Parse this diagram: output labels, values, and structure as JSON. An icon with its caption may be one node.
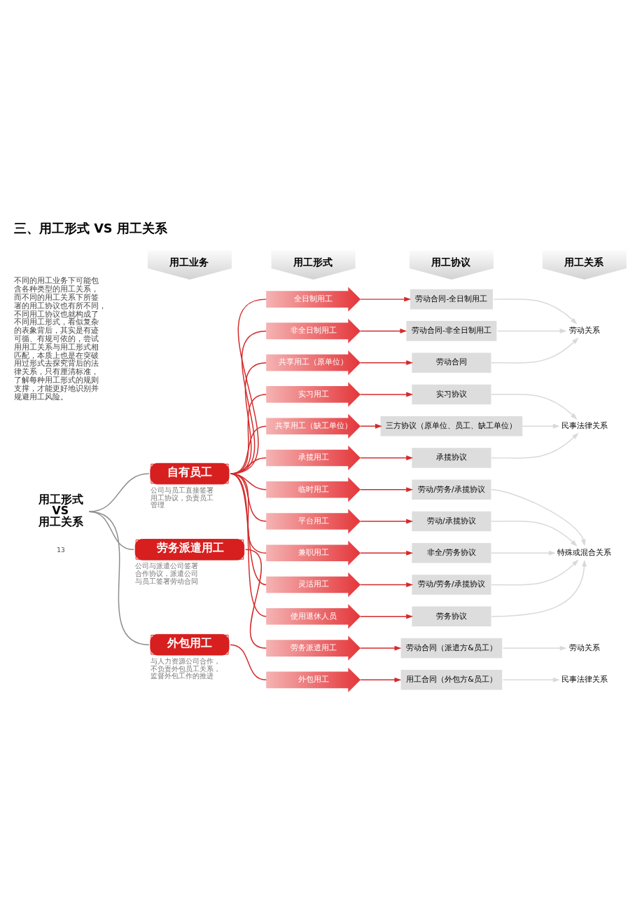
{
  "diagram": {
    "title": "三、用工形式 VS 用工关系",
    "nodes": [
      {
        "text": [
          "用工业务"
        ]
      },
      {
        "text": [
          "用工形式"
        ]
      },
      {
        "text": [
          "用工协议"
        ]
      },
      {
        "text": [
          "用工关系"
        ]
      },
      {
        "text": [
          "用工形式 VS 用工关系"
        ]
      },
      {
        "text": [
          "自有员工"
        ],
        "beside": [
          "公司与员工直接签署用工协议，负责员工管理"
        ]
      },
      {
        "text": [
          "劳务派遣用工"
        ],
        "beside": [
          "公司与派遣公司签署合作协议，派遣公司与员工签署劳动合同"
        ]
      },
      {
        "text": [
          "外包用工"
        ],
        "beside": [
          "与人力资源公司合作，不负责外包员工关系，监督外包工作的推进"
        ]
      },
      {
        "text": [
          "全日制用工"
        ]
      },
      {
        "text": [
          "非全日制用工"
        ]
      },
      {
        "text": [
          "共享用工（原单位）"
        ]
      },
      {
        "text": [
          "实习用工"
        ]
      },
      {
        "text": [
          "共享用工（缺工单位）"
        ]
      },
      {
        "text": [
          "承揽用工"
        ]
      },
      {
        "text": [
          "临时用工"
        ]
      },
      {
        "text": [
          "平台用工"
        ]
      },
      {
        "text": [
          "兼职用工"
        ]
      },
      {
        "text": [
          "灵活用工"
        ]
      },
      {
        "text": [
          "使用退休人员"
        ]
      },
      {
        "text": [
          "劳务派遣用工"
        ]
      },
      {
        "text": [
          "外包用工"
        ]
      },
      {
        "text": [
          "劳动合同-全日制用工"
        ]
      },
      {
        "text": [
          "劳动合同-非全日制用工"
        ]
      },
      {
        "text": [
          "劳动合同"
        ]
      },
      {
        "text": [
          "实习协议"
        ]
      },
      {
        "text": [
          "三方协议（原单位、员工、缺工单位）"
        ]
      },
      {
        "text": [
          "承揽协议"
        ]
      },
      {
        "text": [
          "劳动/劳务/承揽协议"
        ]
      },
      {
        "text": [
          "劳动/承揽协议"
        ]
      },
      {
        "text": [
          "非全/劳务协议"
        ]
      },
      {
        "text": [
          "劳动/劳务/承揽协议"
        ]
      },
      {
        "text": [
          "劳务协议"
        ]
      },
      {
        "text": [
          "劳动合同（派遣方&员工）"
        ]
      },
      {
        "text": [
          "用工合同（外包方&员工）"
        ]
      },
      {
        "text": [
          "劳动关系"
        ]
      },
      {
        "text": [
          "民事法律关系"
        ]
      },
      {
        "text": [
          "特殊或混合关系"
        ]
      },
      {
        "text": [
          "劳动关系"
        ]
      },
      {
        "text": [
          "民事法律关系"
        ]
      }
    ],
    "edges": [
      {
        "from": 4,
        "to": 5,
        "arrow": "none",
        "color": "#8c8c8c"
      },
      {
        "from": 4,
        "to": 6,
        "arrow": "none",
        "color": "#8c8c8c"
      },
      {
        "from": 4,
        "to": 7,
        "arrow": "none",
        "color": "#8c8c8c"
      },
      {
        "from": 5,
        "to": 8,
        "arrow": "none"
      },
      {
        "from": 5,
        "to": 9,
        "arrow": "none"
      },
      {
        "from": 5,
        "to": 10,
        "arrow": "none"
      },
      {
        "from": 5,
        "to": 11,
        "arrow": "none"
      },
      {
        "from": 5,
        "to": 12,
        "arrow": "none"
      },
      {
        "from": 5,
        "to": 13,
        "arrow": "none"
      },
      {
        "from": 5,
        "to": 14,
        "arrow": "none"
      },
      {
        "from": 5,
        "to": 15,
        "arrow": "none"
      },
      {
        "from": 5,
        "to": 16,
        "arrow": "none"
      },
      {
        "from": 5,
        "to": 17,
        "arrow": "none"
      },
      {
        "from": 5,
        "to": 18,
        "arrow": "none"
      },
      {
        "from": 6,
        "to": 19,
        "arrow": "none"
      },
      {
        "from": 7,
        "to": 20,
        "arrow": "none"
      },
      {
        "from": 8,
        "to": 21,
        "arrow": "to"
      },
      {
        "from": 9,
        "to": 22,
        "arrow": "to"
      },
      {
        "from": 10,
        "to": 23,
        "arrow": "to"
      },
      {
        "from": 11,
        "to": 24,
        "arrow": "to"
      },
      {
        "from": 12,
        "to": 25,
        "arrow": "to"
      },
      {
        "from": 13,
        "to": 26,
        "arrow": "to"
      },
      {
        "from": 14,
        "to": 27,
        "arrow": "to"
      },
      {
        "from": 15,
        "to": 28,
        "arrow": "to"
      },
      {
        "from": 16,
        "to": 29,
        "arrow": "to"
      },
      {
        "from": 17,
        "to": 30,
        "arrow": "to"
      },
      {
        "from": 18,
        "to": 31,
        "arrow": "to"
      },
      {
        "from": 19,
        "to": 32,
        "arrow": "to"
      },
      {
        "from": 20,
        "to": 33,
        "arrow": "to"
      },
      {
        "from": 21,
        "to": 34,
        "arrow": "to",
        "color": "#d9d9d9"
      },
      {
        "from": 22,
        "to": 34,
        "arrow": "to",
        "color": "#d9d9d9"
      },
      {
        "from": 23,
        "to": 34,
        "arrow": "to",
        "color": "#d9d9d9"
      },
      {
        "from": 24,
        "to": 35,
        "arrow": "to",
        "color": "#d9d9d9"
      },
      {
        "from": 25,
        "to": 35,
        "arrow": "to",
        "color": "#d9d9d9"
      },
      {
        "from": 26,
        "to": 35,
        "arrow": "to",
        "color": "#d9d9d9"
      },
      {
        "from": 27,
        "to": 36,
        "arrow": "to",
        "color": "#d9d9d9"
      },
      {
        "from": 28,
        "to": 36,
        "arrow": "to",
        "color": "#d9d9d9"
      },
      {
        "from": 29,
        "to": 36,
        "arrow": "to",
        "color": "#d9d9d9"
      },
      {
        "from": 30,
        "to": 36,
        "arrow": "to",
        "color": "#d9d9d9"
      },
      {
        "from": 31,
        "to": 36,
        "arrow": "to",
        "color": "#d9d9d9"
      },
      {
        "from": 32,
        "to": 37,
        "arrow": "to",
        "color": "#d9d9d9"
      },
      {
        "from": 33,
        "to": 38,
        "arrow": "to",
        "color": "#d9d9d9"
      }
    ],
    "labels": [
      "不同的用工业务下可能包含各种类型的用工关系，而不同的用工关系下所签署的用工协议也有所不同，不同用工协议也就构成了不同用工形式，看似复杂的表象背后，其实是有迹可循、有规可依的，尝试用用工关系与用工形式相匹配，本质上也是在突破用过形式去探究背后的法律关系，只有厘清标准，了解每种用工形式的规则支撑，才能更好地识别并规避用工风险。",
      "13"
    ]
  }
}
